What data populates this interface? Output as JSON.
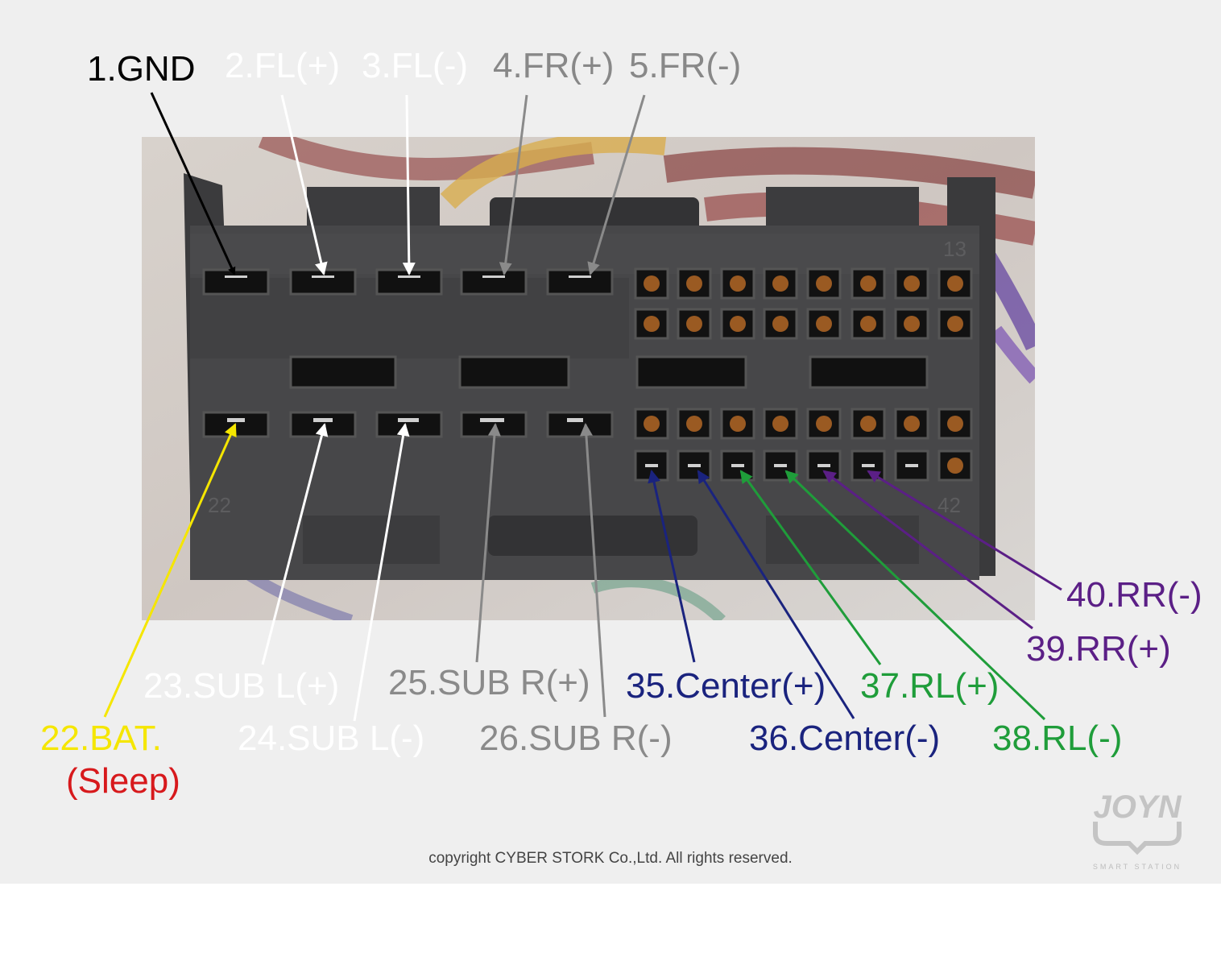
{
  "labels": {
    "gnd": "1.GND",
    "fl_plus": "2.FL(+)",
    "fl_minus": "3.FL(-)",
    "fr_plus": "4.FR(+)",
    "fr_minus": "5.FR(-)",
    "bat": "22.BAT.",
    "sleep": "(Sleep)",
    "subl_plus": "23.SUB L(+)",
    "subl_minus": "24.SUB L(-)",
    "subr_plus": "25.SUB R(+)",
    "subr_minus": "26.SUB R(-)",
    "center_plus": "35.Center(+)",
    "center_minus": "36.Center(-)",
    "rl_plus": "37.RL(+)",
    "rl_minus": "38.RL(-)",
    "rr_plus": "39.RR(+)",
    "rr_minus": "40.RR(-)"
  },
  "connector_marks": {
    "top_right": "13",
    "bottom_left": "22",
    "bottom_right": "42"
  },
  "copyright": "copyright  CYBER STORK Co.,Ltd. All rights reserved.",
  "logo": {
    "brand": "JOYN",
    "tagline": "SMART STATION"
  },
  "colors": {
    "gnd": "#000000",
    "front": "#ffffff",
    "front_right": "#888888",
    "battery": "#f5e600",
    "sleep": "#d7191c",
    "sub": "#8a8a8a",
    "center": "#1a237e",
    "rear_left": "#1f9d3a",
    "rear_right": "#5b1f86"
  }
}
